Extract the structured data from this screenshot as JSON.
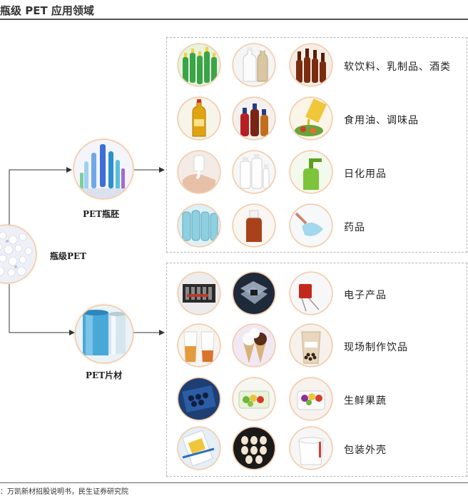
{
  "title": "瓶级 PET 应用领域",
  "source": "：万凯新材招股说明书，民生证券研究院",
  "root": {
    "label": "瓶级PET",
    "icon": "pellets-image"
  },
  "nodes": [
    {
      "label": "PET瓶胚",
      "icon": "preform-image"
    },
    {
      "label": "PET片材",
      "icon": "sheet-roll-image"
    }
  ],
  "categories": [
    {
      "label": "软饮料、乳制品、酒类",
      "icons": [
        "green-bottles-image",
        "milk-bottles-image",
        "brown-beer-bottles-image"
      ]
    },
    {
      "label": "食用油、调味品",
      "icons": [
        "oil-bottle-image",
        "sauce-bottles-image",
        "oil-pour-salad-image"
      ]
    },
    {
      "label": "日化用品",
      "icons": [
        "lotion-hand-image",
        "clear-bottles-image",
        "green-pump-bottle-image"
      ]
    },
    {
      "label": "药品",
      "icons": [
        "blue-vials-image",
        "medicine-bottle-image",
        "pill-blister-image"
      ]
    },
    {
      "label": "电子产品",
      "icons": [
        "component-tray-image",
        "device-clamshell-image",
        "red-capacitor-image"
      ]
    },
    {
      "label": "现场制作饮品",
      "icons": [
        "juice-cups-image",
        "ice-cream-cones-image",
        "bubble-tea-image"
      ]
    },
    {
      "label": "生鲜果蔬",
      "icons": [
        "blue-berry-tray-image",
        "salad-box-image",
        "fruit-cup-image"
      ]
    },
    {
      "label": "包装外壳",
      "icons": [
        "card-blister-image",
        "egg-tray-image",
        "white-tub-image"
      ]
    }
  ]
}
